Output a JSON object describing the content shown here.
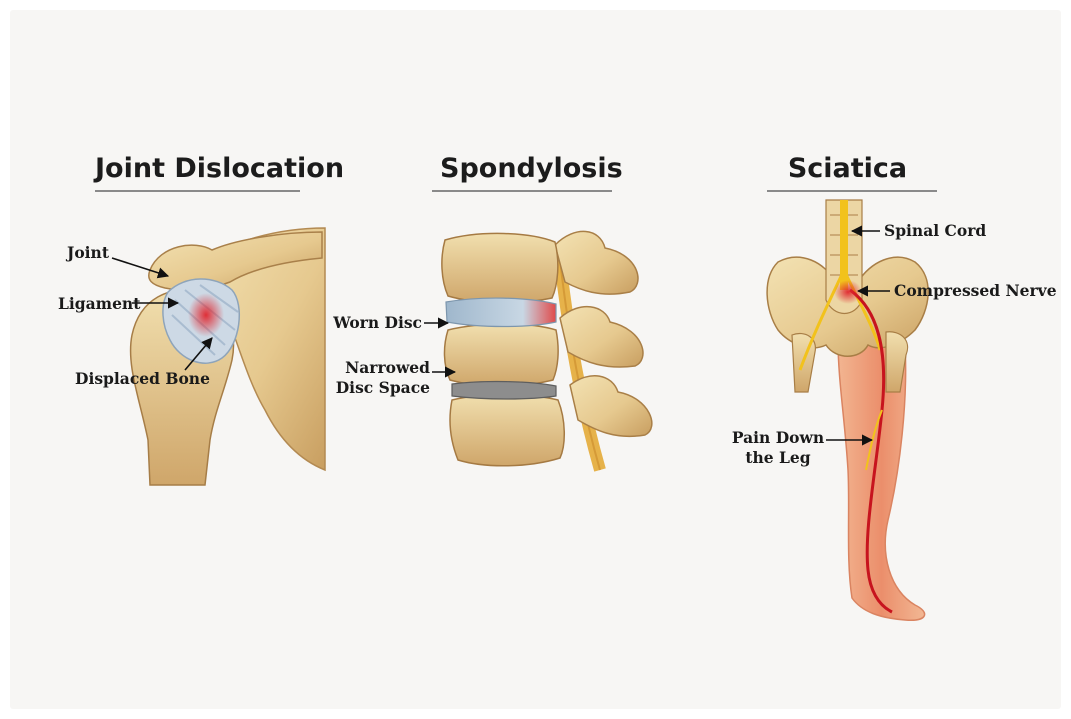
{
  "panels": [
    {
      "title": "Joint Dislocation",
      "labels": {
        "joint": "Joint",
        "ligament": "Ligament",
        "displaced_bone": "Displaced Bone"
      }
    },
    {
      "title": "Spondylosis",
      "labels": {
        "worn_disc": "Worn Disc",
        "narrowed_line1": "Narrowed",
        "narrowed_line2": "Disc Space"
      }
    },
    {
      "title": "Sciatica",
      "labels": {
        "spinal_cord": "Spinal Cord",
        "compressed_nerve": "Compressed Nerve",
        "pain_line1": "Pain Down",
        "pain_line2": "the Leg"
      }
    }
  ],
  "colors": {
    "background": "#f7f6f4",
    "bone": "#e8cf98",
    "bone_shadow": "#b98f52",
    "ligament": "#c9d6e3",
    "inflamed": "#d8323a",
    "nerve": "#f2c21c",
    "leg_pain": "#ec8a63",
    "label_text": "#1a1a1a"
  },
  "icons": [
    "shoulder-joint-illustration",
    "lumbar-spine-illustration",
    "pelvis-leg-nerve-illustration"
  ]
}
